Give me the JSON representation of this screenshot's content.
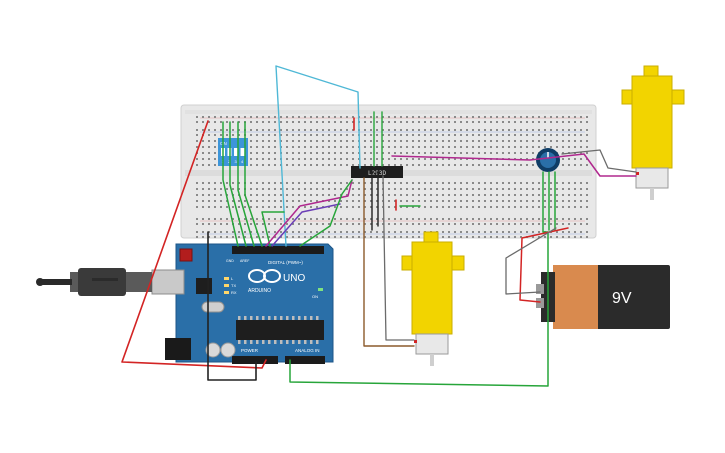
{
  "arduino": {
    "board_name": "UNO",
    "brand": "ARDUINO",
    "digital_header": "DIGITAL (PWM~)",
    "analog_header": "ANALOG IN",
    "power_header": "POWER",
    "tx_label": "TX",
    "rx_label": "RX",
    "l_label": "L",
    "on_label": "ON",
    "aref_label": "AREF",
    "gnd_label": "GND"
  },
  "dip_switch": {
    "on_label": "ON",
    "numbers": [
      "1",
      "2",
      "3",
      "4"
    ]
  },
  "ic": {
    "label": "L293D"
  },
  "battery": {
    "label": "9V"
  },
  "colors": {
    "breadboard": "#e9e9e9",
    "board": "#2a6fa8",
    "motor": "#f2d400",
    "battery": "#d98a4e",
    "wire_red": "#d32424",
    "wire_green": "#27a53a",
    "wire_magenta": "#b0288e",
    "wire_cyan": "#4fb8d6",
    "wire_brown": "#8b5a2b",
    "wire_black": "#222222",
    "wire_gray": "#6b6b6b"
  }
}
